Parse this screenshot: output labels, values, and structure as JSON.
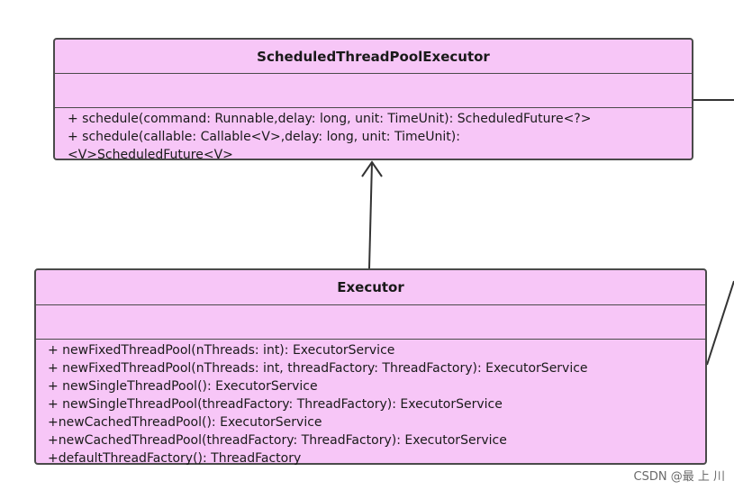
{
  "diagram": {
    "classes": [
      {
        "name": "ScheduledThreadPoolExecutor",
        "attributes": [],
        "operations": [
          "+ schedule(command: Runnable,delay: long, unit: TimeUnit): ScheduledFuture<?>",
          "+ schedule(callable: Callable<V>,delay: long, unit: TimeUnit):",
          "<V>ScheduledFuture<V>"
        ]
      },
      {
        "name": "Executor",
        "attributes": [],
        "operations": [
          "+ newFixedThreadPool(nThreads: int): ExecutorService",
          "+ newFixedThreadPool(nThreads: int, threadFactory: ThreadFactory): ExecutorService",
          "+ newSingleThreadPool(): ExecutorService",
          "+ newSingleThreadPool(threadFactory: ThreadFactory): ExecutorService",
          "+newCachedThreadPool(): ExecutorService",
          "+newCachedThreadPool(threadFactory: ThreadFactory): ExecutorService",
          "+defaultThreadFactory(): ThreadFactory"
        ]
      }
    ],
    "relations": [
      {
        "from": "Executor",
        "to": "ScheduledThreadPoolExecutor",
        "type": "dependency-arrow"
      }
    ],
    "colors": {
      "class_fill": "#f7c6f7",
      "class_border": "#4a4a4a",
      "line": "#333333"
    }
  },
  "watermark": "CSDN @最 上 川"
}
